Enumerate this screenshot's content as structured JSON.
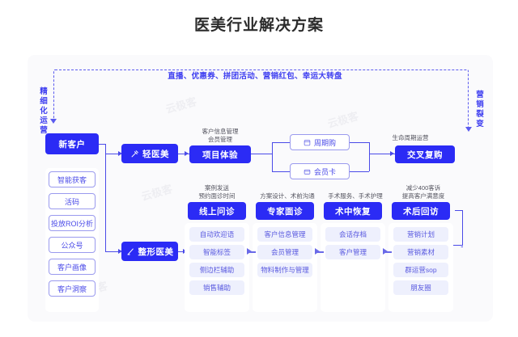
{
  "page_title": "医美行业解决方案",
  "banner": {
    "text": "直播、优惠券、拼团活动、营销红包、幸运大转盘"
  },
  "side_labels": {
    "left": "精细化运营",
    "right": "营销裂变"
  },
  "entry": {
    "label": "新客户"
  },
  "acquisition_items": [
    {
      "label": "智能获客"
    },
    {
      "label": "活码"
    },
    {
      "label": "投放ROI分析"
    },
    {
      "label": "公众号"
    },
    {
      "label": "客户画像"
    },
    {
      "label": "客户洞察"
    }
  ],
  "branches": [
    {
      "label": "轻医美",
      "icon": "syringe-icon"
    },
    {
      "label": "整形医美",
      "icon": "scalpel-icon"
    }
  ],
  "stages": {
    "project_experience": {
      "caption": "客户信息管理\n会员管理",
      "caption_l1": "客户信息管理",
      "caption_l2": "会员管理",
      "label": "项目体验"
    },
    "cross_repurchase": {
      "caption": "生命周期运营",
      "label": "交叉复购"
    },
    "online_consult": {
      "caption_l1": "案例发送",
      "caption_l2": "预约面诊时间",
      "label": "线上问诊"
    },
    "expert_consult": {
      "caption_l1": "",
      "caption_l2": "方案设计、术前沟通",
      "label": "专家面诊"
    },
    "in_surgery": {
      "caption_l1": "",
      "caption_l2": "手术服务、手术护理",
      "label": "术中恢复"
    },
    "post_followup": {
      "caption_l1": "减少400客诉",
      "caption_l2": "提高客户满意度",
      "label": "术后回访"
    }
  },
  "plan_boxes": [
    {
      "label": "周期购",
      "icon": "calendar-icon"
    },
    {
      "label": "会员卡",
      "icon": "card-icon"
    }
  ],
  "feature_columns": [
    {
      "items": [
        {
          "label": "自动欢迎语"
        },
        {
          "label": "智能标签"
        },
        {
          "label": "侧边栏辅助"
        },
        {
          "label": "销售辅助"
        }
      ]
    },
    {
      "items": [
        {
          "label": "客户信息管理"
        },
        {
          "label": "会员管理"
        },
        {
          "label": "物料制作与管理"
        }
      ]
    },
    {
      "items": [
        {
          "label": "会话存档"
        },
        {
          "label": "客户管理"
        }
      ]
    },
    {
      "items": [
        {
          "label": "营销计划"
        },
        {
          "label": "营销素材"
        },
        {
          "label": "群运营sop"
        },
        {
          "label": "朋友圈"
        }
      ]
    }
  ],
  "colors": {
    "primary": "#2b2bf5",
    "accent_text": "#3d3df0",
    "chip_bg": "#eef0fd",
    "card_bg": "#fafafc"
  }
}
